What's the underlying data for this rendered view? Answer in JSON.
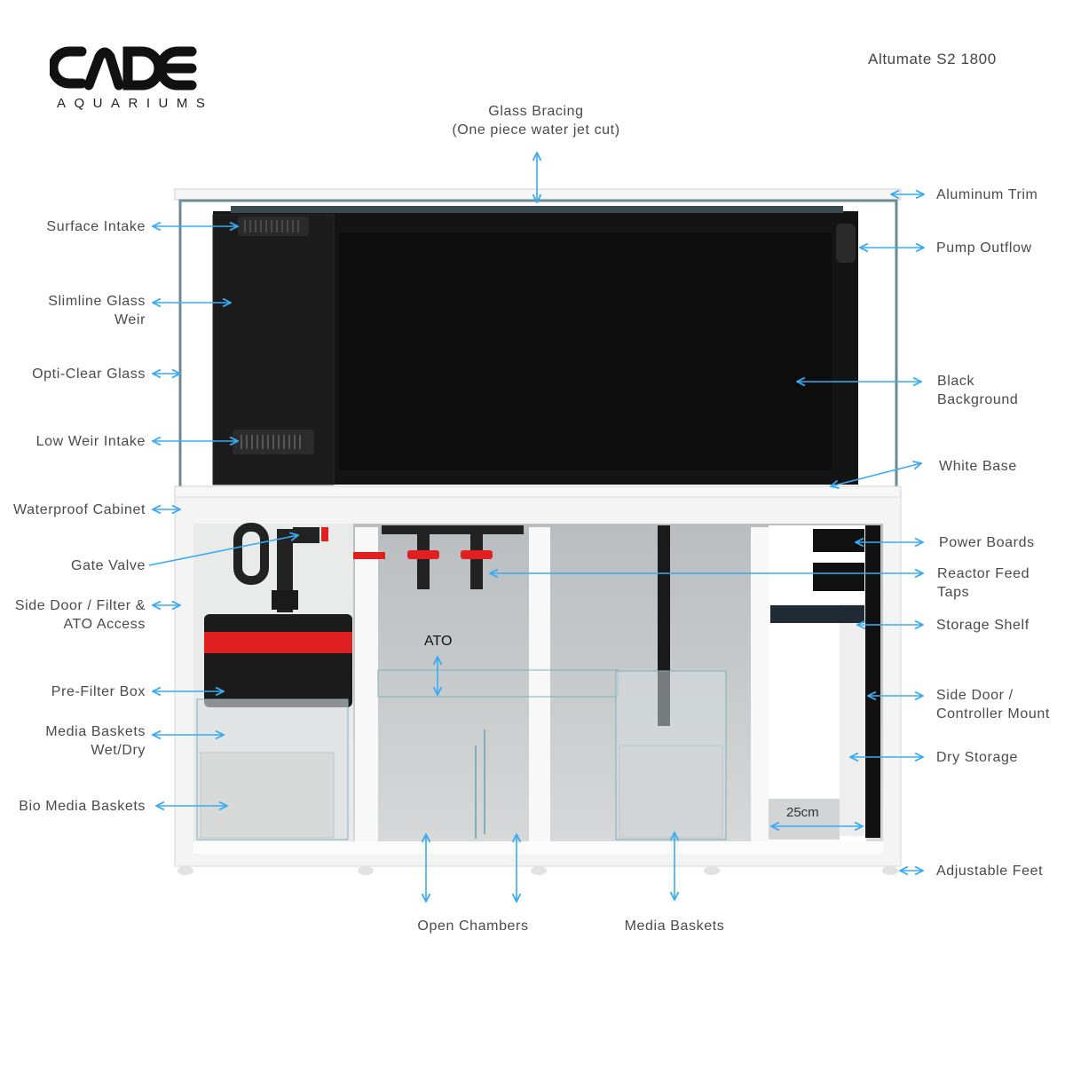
{
  "brand": {
    "logo_text": "CADE",
    "logo_sub": "AQUARIUMS"
  },
  "product_title": "Altumate S2 1800",
  "colors": {
    "arrow": "#3aabf2",
    "tank_black": "#141414",
    "accent_red": "#e02020"
  },
  "top_label": {
    "line1": "Glass Bracing",
    "line2": "(One piece water jet cut)"
  },
  "left_labels": [
    {
      "line1": "Surface Intake"
    },
    {
      "line1": "Slimline Glass",
      "line2": "Weir"
    },
    {
      "line1": "Opti-Clear Glass"
    },
    {
      "line1": "Low Weir Intake"
    },
    {
      "line1": "Waterproof Cabinet"
    },
    {
      "line1": "Gate Valve"
    },
    {
      "line1": "Side Door / Filter &",
      "line2": "ATO Access"
    },
    {
      "line1": "Pre-Filter Box"
    },
    {
      "line1": "Media Baskets",
      "line2": "Wet/Dry"
    },
    {
      "line1": "Bio Media Baskets"
    }
  ],
  "right_labels": [
    {
      "line1": "Aluminum Trim"
    },
    {
      "line1": "Pump Outflow"
    },
    {
      "line1": "Black",
      "line2": "Background"
    },
    {
      "line1": "White Base"
    },
    {
      "line1": "Power Boards"
    },
    {
      "line1": "Reactor Feed",
      "line2": "Taps"
    },
    {
      "line1": "Storage Shelf"
    },
    {
      "line1": "Side Door /",
      "line2": "Controller Mount"
    },
    {
      "line1": "Dry Storage"
    },
    {
      "line1": "Adjustable Feet"
    }
  ],
  "bottom_labels": [
    {
      "line1": "Open Chambers"
    },
    {
      "line1": "Media Baskets"
    }
  ],
  "inline_labels": {
    "ato": "ATO",
    "width": "25cm"
  }
}
